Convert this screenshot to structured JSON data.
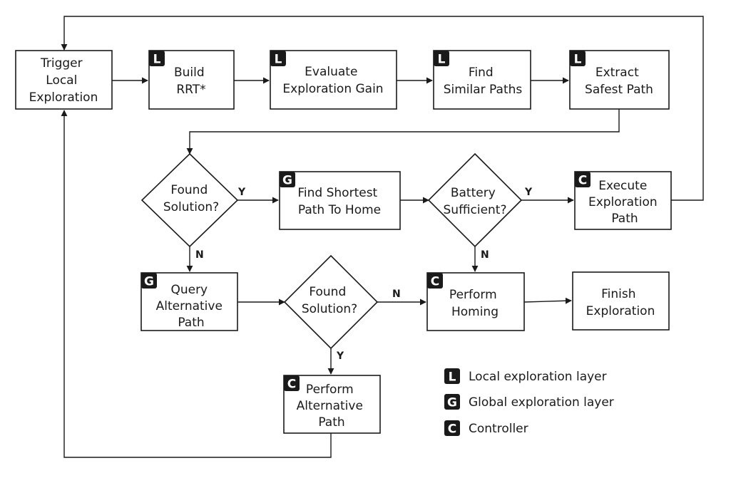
{
  "nodes": {
    "trigger": {
      "lines": [
        "Trigger",
        "Local",
        "Exploration"
      ]
    },
    "build_rrt": {
      "lines": [
        "Build",
        "RRT*"
      ],
      "badge": "L"
    },
    "eval_gain": {
      "lines": [
        "Evaluate",
        "Exploration Gain"
      ],
      "badge": "L"
    },
    "find_similar": {
      "lines": [
        "Find",
        "Similar Paths"
      ],
      "badge": "L"
    },
    "extract_safest": {
      "lines": [
        "Extract",
        "Safest Path"
      ],
      "badge": "L"
    },
    "found1": {
      "lines": [
        "Found",
        "Solution?"
      ]
    },
    "find_shortest": {
      "lines": [
        "Find Shortest",
        "Path To Home"
      ],
      "badge": "G"
    },
    "battery": {
      "lines": [
        "Battery",
        "Sufficient?"
      ]
    },
    "execute": {
      "lines": [
        "Execute",
        "Exploration",
        "Path"
      ],
      "badge": "C"
    },
    "query_alt": {
      "lines": [
        "Query",
        "Alternative",
        "Path"
      ],
      "badge": "G"
    },
    "found2": {
      "lines": [
        "Found",
        "Solution?"
      ]
    },
    "homing": {
      "lines": [
        "Perform",
        "Homing"
      ],
      "badge": "C"
    },
    "finish": {
      "lines": [
        "Finish",
        "Exploration"
      ]
    },
    "perform_alt": {
      "lines": [
        "Perform",
        "Alternative",
        "Path"
      ],
      "badge": "C"
    }
  },
  "edge_labels": {
    "found1_yes": "Y",
    "found1_no": "N",
    "battery_yes": "Y",
    "battery_no": "N",
    "found2_no": "N",
    "found2_yes": "Y"
  },
  "legend": [
    {
      "badge": "L",
      "label": "Local exploration layer"
    },
    {
      "badge": "G",
      "label": "Global exploration layer"
    },
    {
      "badge": "C",
      "label": "Controller"
    }
  ]
}
